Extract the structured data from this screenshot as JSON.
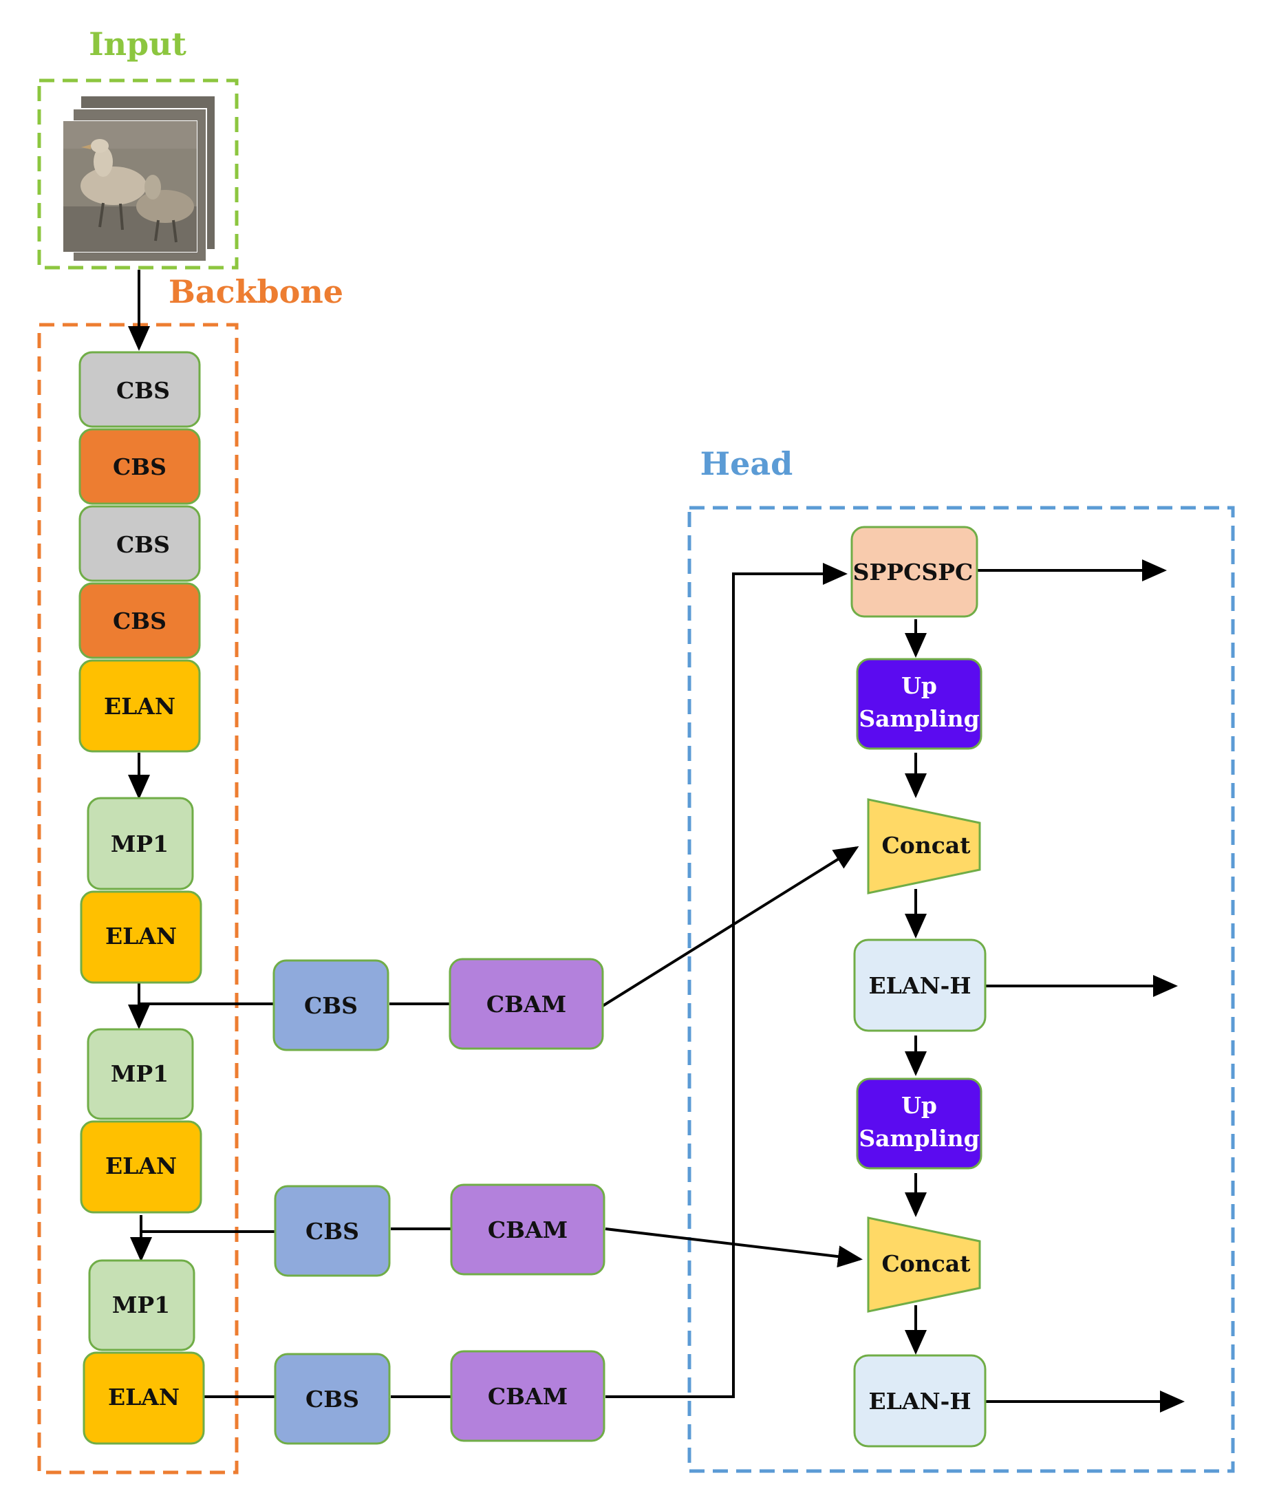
{
  "sections": {
    "input": {
      "title": "Input"
    },
    "backbone": {
      "title": "Backbone"
    },
    "head": {
      "title": "Head"
    }
  },
  "colors": {
    "input_border": "#8CC63F",
    "backbone_border": "#ED7D31",
    "head_border": "#5B9BD5",
    "cbs_gray": "#C9C9C9",
    "cbs_orange": "#ED7D31",
    "elan_yellow": "#FFC000",
    "mp1_green": "#C6E0B4",
    "cbs_blue": "#8FAADC",
    "cbam_purple": "#B381DC",
    "sppcspc_peach": "#F8CBAD",
    "upsampling_violet": "#5B0BF0",
    "concat_yellow": "#FFD966",
    "elanh_lightblue": "#DEEBF7",
    "node_border": "#70AD47",
    "arrow": "#000000"
  },
  "backbone": {
    "blocks": [
      {
        "label": "CBS"
      },
      {
        "label": "CBS"
      },
      {
        "label": "CBS"
      },
      {
        "label": "CBS"
      },
      {
        "label": "ELAN"
      },
      {
        "label": "MP1"
      },
      {
        "label": "ELAN"
      },
      {
        "label": "MP1"
      },
      {
        "label": "ELAN"
      },
      {
        "label": "MP1"
      },
      {
        "label": "ELAN"
      }
    ]
  },
  "neck": {
    "rows": [
      {
        "cbs": "CBS",
        "cbam": "CBAM"
      },
      {
        "cbs": "CBS",
        "cbam": "CBAM"
      },
      {
        "cbs": "CBS",
        "cbam": "CBAM"
      }
    ]
  },
  "head": {
    "sppcspc": "SPPCSPC",
    "upsampling": "Up Sampling",
    "upsampling_line1": "Up",
    "upsampling_line2": "Sampling",
    "concat": "Concat",
    "elan_h": "ELAN-H"
  }
}
